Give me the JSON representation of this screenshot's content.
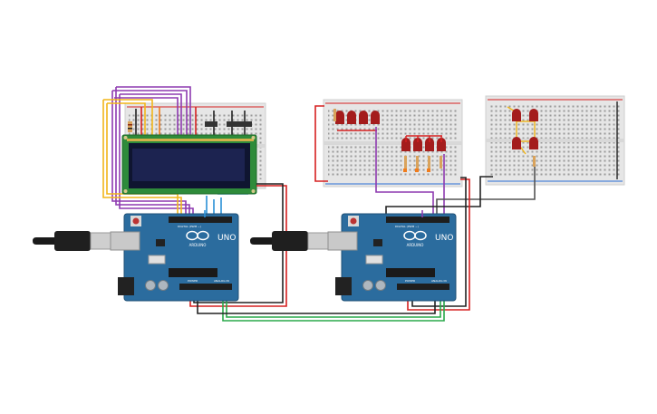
{
  "colors": {
    "board": "#2b6c9e",
    "board_dark": "#1f4f75",
    "breadboard": "#e6e6e6",
    "led_red": "#a41c1c",
    "wire_purple": "#8e3ab0",
    "wire_yellow": "#f2b619",
    "wire_red": "#d62020",
    "wire_black": "#222222",
    "wire_green": "#29a84a",
    "wire_blue": "#2a8fd6",
    "wire_orange": "#f07c1c",
    "lcd_screen": "#1c2350",
    "lcd_pcb": "#2e8b3a"
  },
  "arduino_left": {
    "brand": "ARDUINO",
    "model": "UNO",
    "digital_label": "DIGITAL (PWM ~)",
    "power_label": "POWER",
    "analog_label": "ANALOG IN"
  },
  "arduino_right": {
    "brand": "ARDUINO",
    "model": "UNO",
    "digital_label": "DIGITAL (PWM ~)",
    "power_label": "POWER",
    "analog_label": "ANALOG IN"
  },
  "icons": {
    "usb_cable": "usb-cable-icon",
    "reset_button": "reset-button-icon",
    "led": "led-icon",
    "resistor": "resistor-icon"
  }
}
